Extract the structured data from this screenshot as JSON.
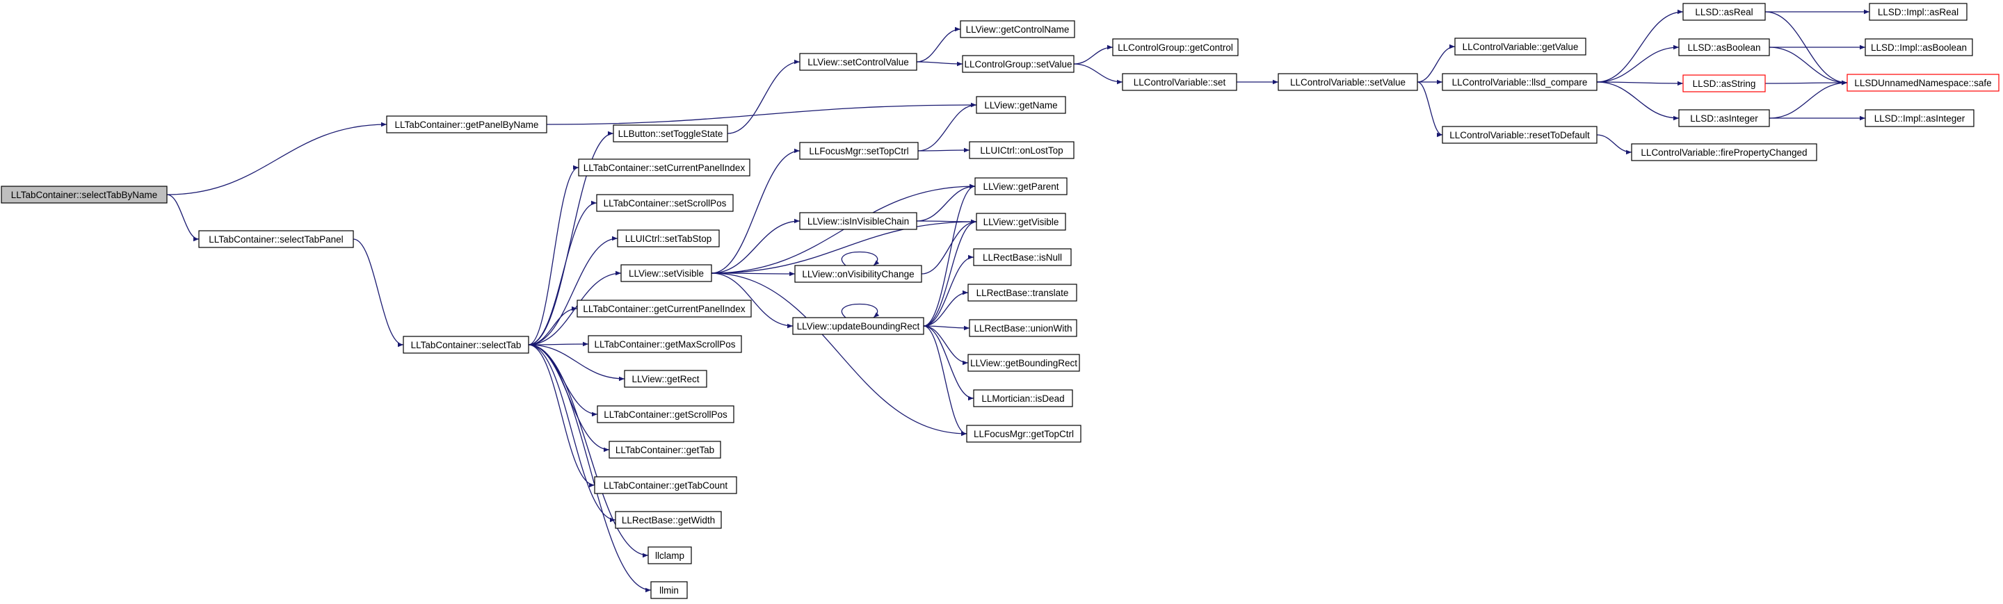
{
  "graph": {
    "nodes": {
      "n_root": "LLTabContainer::selectTabByName",
      "n_gpbn": "LLTabContainer::getPanelByName",
      "n_stp": "LLTabContainer::selectTabPanel",
      "n_st": "LLTabContainer::selectTab",
      "n_btn": "LLButton::setToggleState",
      "n_scpi": "LLTabContainer::setCurrentPanelIndex",
      "n_ssp": "LLTabContainer::setScrollPos",
      "n_sts": "LLUICtrl::setTabStop",
      "n_sv": "LLView::setVisible",
      "n_gcpi": "LLTabContainer::getCurrentPanelIndex",
      "n_gmsp": "LLTabContainer::getMaxScrollPos",
      "n_grect": "LLView::getRect",
      "n_gsp": "LLTabContainer::getScrollPos",
      "n_gtab": "LLTabContainer::getTab",
      "n_gtc": "LLTabContainer::getTabCount",
      "n_gw": "LLRectBase::getWidth",
      "n_llclamp": "llclamp",
      "n_llmin": "llmin",
      "n_scv": "LLView::setControlValue",
      "n_fmst": "LLFocusMgr::setTopCtrl",
      "n_ivc": "LLView::isInVisibleChain",
      "n_ovc": "LLView::onVisibilityChange",
      "n_ubr": "LLView::updateBoundingRect",
      "n_gcn": "LLView::getControlName",
      "n_cgsv": "LLControlGroup::setValue",
      "n_gname": "LLView::getName",
      "n_olt": "LLUICtrl::onLostTop",
      "n_gparent": "LLView::getParent",
      "n_gvis": "LLView::getVisible",
      "n_isnull": "LLRectBase::isNull",
      "n_translate": "LLRectBase::translate",
      "n_union": "LLRectBase::unionWith",
      "n_gbr": "LLView::getBoundingRect",
      "n_isdead": "LLMortician::isDead",
      "n_gtopc": "LLFocusMgr::getTopCtrl",
      "n_cggc": "LLControlGroup::getControl",
      "n_cvset": "LLControlVariable::set",
      "n_cvsv": "LLControlVariable::setValue",
      "n_cvgv": "LLControlVariable::getValue",
      "n_cvcmp": "LLControlVariable::llsd_compare",
      "n_cvrtd": "LLControlVariable::resetToDefault",
      "n_fpc": "LLControlVariable::firePropertyChanged",
      "n_asreal": "LLSD::asReal",
      "n_asbool": "LLSD::asBoolean",
      "n_asstr": "LLSD::asString",
      "n_asint": "LLSD::asInteger",
      "n_iasreal": "LLSD::Impl::asReal",
      "n_iasbool": "LLSD::Impl::asBoolean",
      "n_safe": "LLSDUnnamedNamespace::safe",
      "n_iasint": "LLSD::Impl::asInteger"
    },
    "colors": {
      "edge": "#191970",
      "root_fill": "#bfbfbf",
      "truncated_border": "#ff0000"
    }
  }
}
